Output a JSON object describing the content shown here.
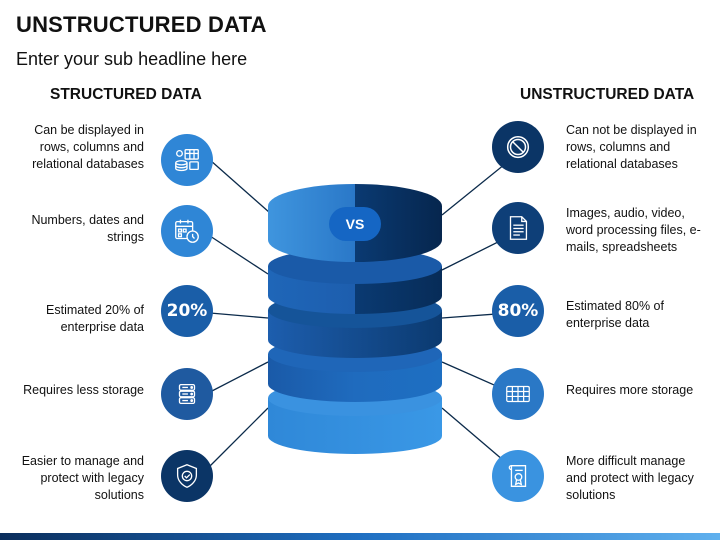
{
  "title": "UNSTRUCTURED DATA",
  "subtitle": "Enter your sub headline here",
  "left_heading": "STRUCTURED DATA",
  "right_heading": "UNSTRUCTURED DATA",
  "vs_label": "VS",
  "left_items": [
    {
      "icon": "database-tables-icon",
      "text": "Can be displayed in rows, columns and relational databases"
    },
    {
      "icon": "calendar-clock-icon",
      "text": "Numbers, dates and strings"
    },
    {
      "label": "20%",
      "text": "Estimated 20% of enterprise data"
    },
    {
      "icon": "server-icon",
      "text": "Requires less storage"
    },
    {
      "icon": "shield-check-icon",
      "text": "Easier to manage and protect with legacy solutions"
    }
  ],
  "right_items": [
    {
      "icon": "prohibited-icon",
      "text": "Can not be displayed in rows, columns and relational databases"
    },
    {
      "icon": "document-icon",
      "text": "Images, audio, video, word processing files, e-mails, spreadsheets"
    },
    {
      "label": "80%",
      "text": "Estimated 80% of enterprise data"
    },
    {
      "icon": "server-rack-icon",
      "text": "Requires more storage"
    },
    {
      "icon": "certificate-icon",
      "text": "More difficult manage and protect with legacy solutions"
    }
  ],
  "colors": {
    "light_blue": "#3a8fd8",
    "mid_blue": "#1f5fae",
    "navy": "#0b3a6e",
    "dark_navy": "#062a52",
    "connector": "#0b2a4a",
    "left_circles": [
      "#2f86d6",
      "#2f86d6",
      "#1a5ea8",
      "#1f5aa0",
      "#0b3566"
    ],
    "right_circles": [
      "#0b3566",
      "#0e3f78",
      "#1a5ea8",
      "#2a78c6",
      "#3a93e0"
    ]
  }
}
